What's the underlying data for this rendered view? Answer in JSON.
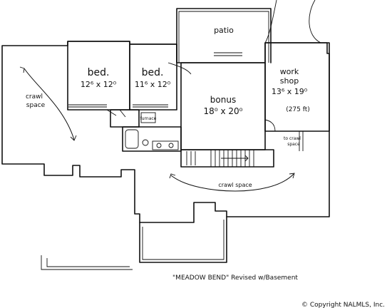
{
  "plan": {
    "rooms": {
      "bed1": {
        "name": "bed.",
        "size": "12⁶ x 12⁰"
      },
      "bed2": {
        "name": "bed.",
        "size": "11⁶ x 12⁰"
      },
      "bonus": {
        "name": "bonus",
        "size": "18⁰ x 20⁰"
      },
      "workshop": {
        "name_line1": "work",
        "name_line2": "shop",
        "size": "13⁶ x 19⁰",
        "area": "(275 ft)"
      },
      "patio": {
        "name": "patio"
      }
    },
    "crawl_left": {
      "line1": "crawl",
      "line2": "space"
    },
    "crawl_bottom": "crawl space",
    "to_crawl": {
      "line1": "to crawl",
      "line2": "space"
    },
    "furnace": "furnace",
    "caption": "\"MEADOW BEND\" Revised w/Basement",
    "copyright": "© Copyright NALMLS, Inc."
  }
}
